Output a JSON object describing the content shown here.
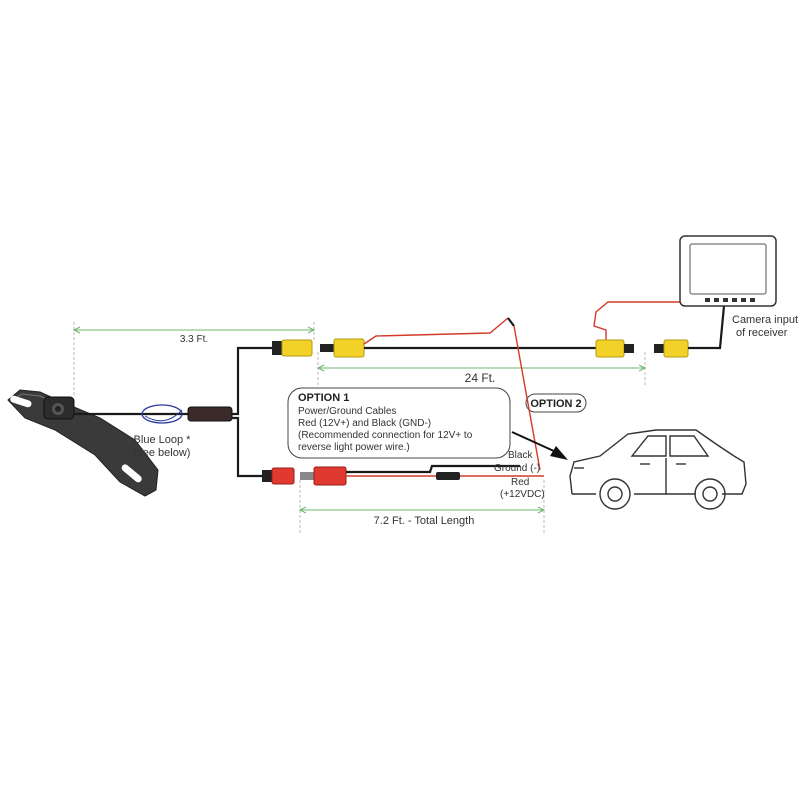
{
  "labels": {
    "blue_loop_line1": "Blue Loop *",
    "blue_loop_line2": "(see below)",
    "len_camera": "3.3 Ft.",
    "len_main": "24 Ft.",
    "len_power": "7.2 Ft. - Total Length",
    "monitor_line1": "Camera input",
    "monitor_line2": "of receiver",
    "option1_title": "OPTION 1",
    "option1_line1": "Power/Ground Cables",
    "option1_line2": "Red (12V+) and Black (GND-)",
    "option1_line3": "(Recommended connection for 12V+ to",
    "option1_line4": "reverse light power wire.)",
    "option2_title": "OPTION 2",
    "black_label": "Black",
    "ground_label": "Ground (-)",
    "red_label": "Red",
    "vdc_label": "(+12VDC)"
  },
  "colors": {
    "wire_black": "#1a1a1a",
    "wire_red": "#d33a2c",
    "rca_yellow": "#f2d229",
    "rca_red": "#e03a30",
    "dimension_green": "#6db86d",
    "blue_loop": "#2a3a9c"
  }
}
